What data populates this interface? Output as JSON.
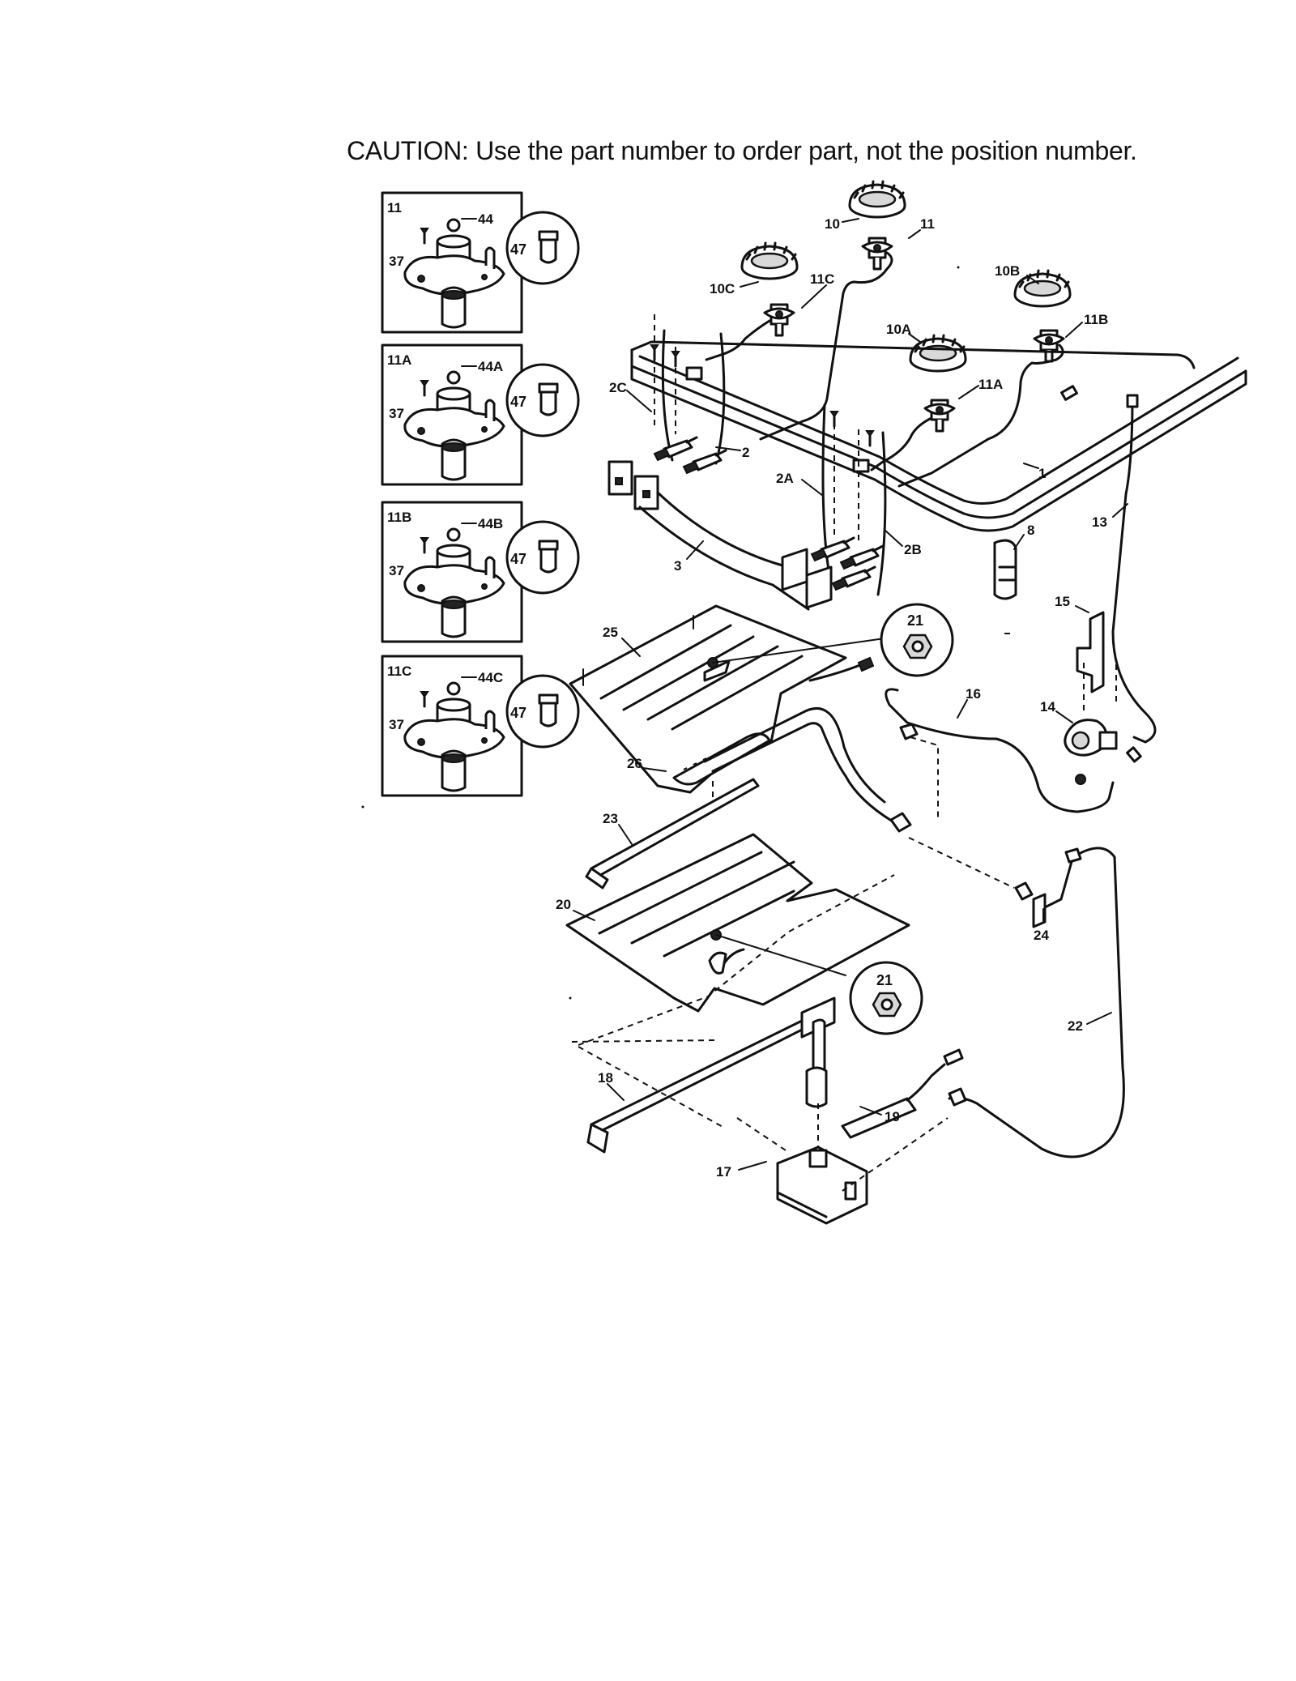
{
  "caution": "CAUTION: Use the part number to order part, not the position number.",
  "insets": [
    {
      "id": "11",
      "screw": "44",
      "bolt": "37",
      "orifice": "47"
    },
    {
      "id": "11A",
      "screw": "44A",
      "bolt": "37",
      "orifice": "47"
    },
    {
      "id": "11B",
      "screw": "44B",
      "bolt": "37",
      "orifice": "47"
    },
    {
      "id": "11C",
      "screw": "44C",
      "bolt": "37",
      "orifice": "47"
    }
  ],
  "callouts": {
    "c10": "10",
    "c11": "11",
    "c10c": "10C",
    "c11c": "11C",
    "c10b": "10B",
    "c11b": "11B",
    "c10a": "10A",
    "c11a": "11A",
    "c2c": "2C",
    "c2": "2",
    "c2a": "2A",
    "c2b": "2B",
    "c1": "1",
    "c3": "3",
    "c8": "8",
    "c13": "13",
    "c15": "15",
    "c14": "14",
    "c16": "16",
    "c21a": "21",
    "c25": "25",
    "c26": "26",
    "c23": "23",
    "c24": "24",
    "c20": "20",
    "c21b": "21",
    "c22": "22",
    "c18": "18",
    "c19": "19",
    "c17": "17"
  }
}
